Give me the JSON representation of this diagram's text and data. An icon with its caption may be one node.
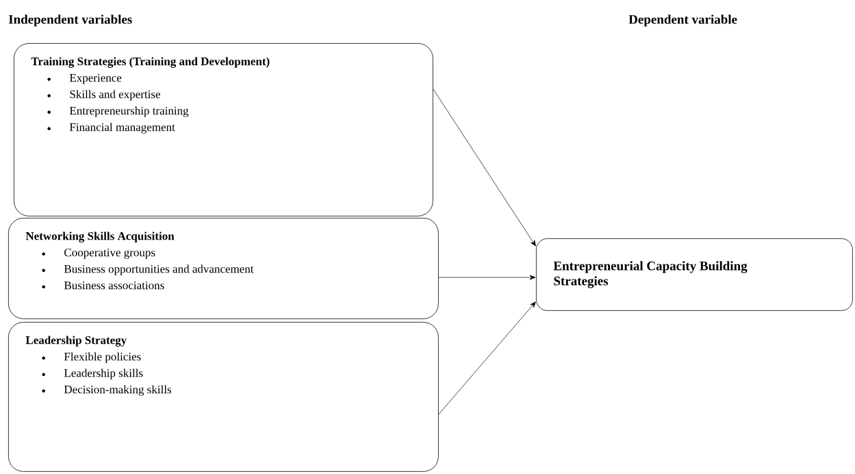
{
  "diagram": {
    "nodes": [
      {
        "text": [
          "Training Strategies (Training and Development)",
          "Experience",
          "Skills and expertise",
          "Entrepreneurship training",
          "Financial management"
        ]
      },
      {
        "text": [
          "Networking Skills Acquisition",
          "Cooperative groups",
          "Business opportunities and advancement",
          "Business associations"
        ]
      },
      {
        "text": [
          "Leadership Strategy",
          "Flexible policies",
          "Leadership skills",
          "Decision-making skills"
        ]
      },
      {
        "text": [
          "Entrepreneurial Capacity Building Strategies"
        ]
      }
    ],
    "edges": [
      {
        "from": 0,
        "to": 3,
        "arrow": "to"
      },
      {
        "from": 1,
        "to": 3,
        "arrow": "to"
      },
      {
        "from": 2,
        "to": 3,
        "arrow": "to"
      }
    ],
    "labels": [
      "Independent variables",
      "Dependent variable"
    ]
  }
}
